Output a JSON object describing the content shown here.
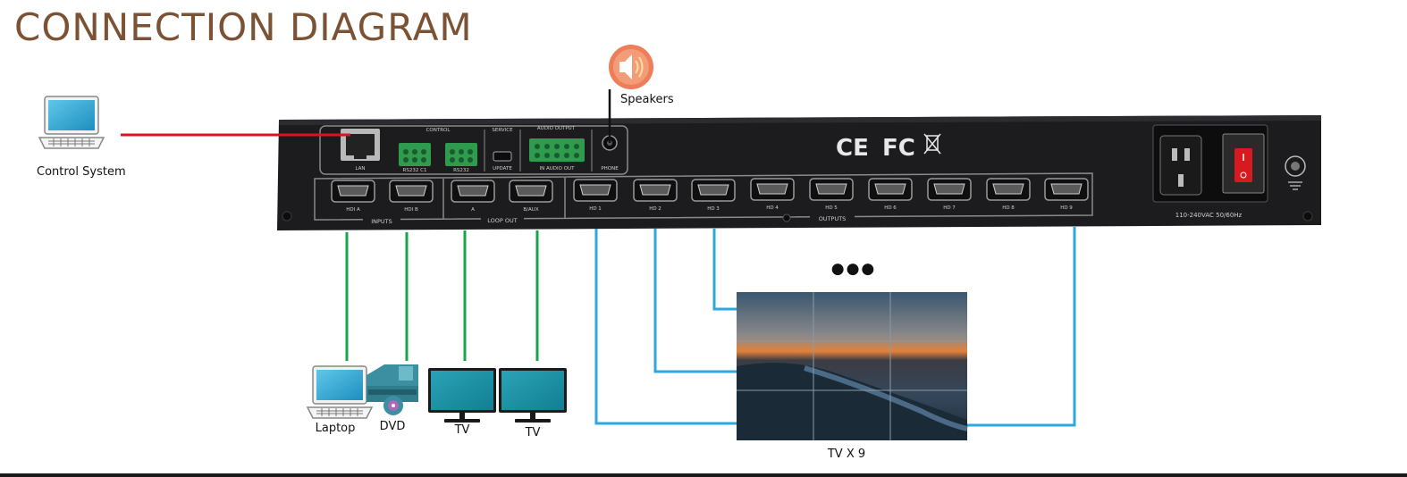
{
  "title": "CONNECTION DIAGRAM",
  "labels": {
    "control_system": "Control System",
    "speakers": "Speakers",
    "laptop": "Laptop",
    "dvd": "DVD",
    "tv1": "TV",
    "tv2": "TV",
    "video_wall": "TV X 9",
    "ellipsis": "●●●"
  },
  "device": {
    "section_labels": [
      "INPUTS",
      "LOOP OUT",
      "OUTPUTS"
    ],
    "control_labels": [
      "CONTROL",
      "SERVICE",
      "AUDIO OUTPUT"
    ],
    "ports_top": [
      "LAN",
      "RS232 C1",
      "RS232",
      "UPDATE",
      "IN AUDIO OUT",
      "PHONE"
    ],
    "inputs": [
      "HDI A",
      "HDI B"
    ],
    "loop_out": [
      "A",
      "B/AUX"
    ],
    "outputs": [
      "HD 1",
      "HD 2",
      "HD 3",
      "HD 4",
      "HD 5",
      "HD 6",
      "HD 7",
      "HD 8",
      "HD 9"
    ],
    "power_label": "110-240VAC 50/60Hz",
    "cert_marks": [
      "CE",
      "FC"
    ]
  },
  "colors": {
    "title": "#7b5234",
    "lan_cable": "#d9141e",
    "input_cable": "#1aa44a",
    "output_cable": "#2ea8dc",
    "device_body": "#1c1c1e",
    "speaker": "#ee7d5a"
  }
}
